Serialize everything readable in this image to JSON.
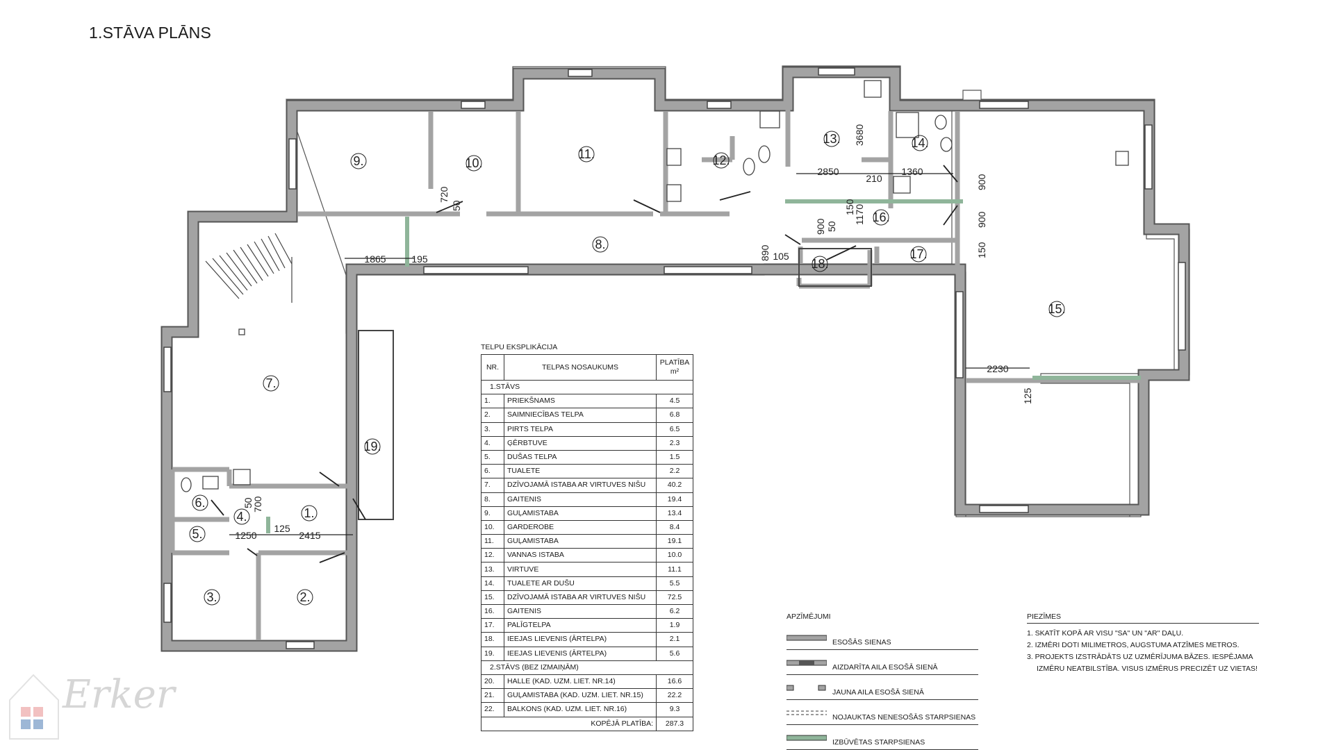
{
  "title": "1.STĀVA PLĀNS",
  "rooms": [
    {
      "label": "1."
    },
    {
      "label": "2."
    },
    {
      "label": "3."
    },
    {
      "label": "4."
    },
    {
      "label": "5."
    },
    {
      "label": "6."
    },
    {
      "label": "7."
    },
    {
      "label": "8."
    },
    {
      "label": "9."
    },
    {
      "label": "10."
    },
    {
      "label": "11."
    },
    {
      "label": "12."
    },
    {
      "label": "13."
    },
    {
      "label": "14."
    },
    {
      "label": "15."
    },
    {
      "label": "16."
    },
    {
      "label": "17."
    },
    {
      "label": "18."
    },
    {
      "label": "19."
    }
  ],
  "dimensions": [
    "1865",
    "195",
    "720",
    "50",
    "2850",
    "3680",
    "210",
    "1360",
    "900",
    "900",
    "150",
    "1170",
    "900",
    "50",
    "150",
    "890",
    "105",
    "2230",
    "125",
    "50",
    "700",
    "125",
    "1250",
    "2415"
  ],
  "explication": {
    "caption": "TELPU EKSPLIKĀCIJA",
    "headers": {
      "nr": "NR.",
      "name": "TELPAS NOSAUKUMS",
      "area": "PLATĪBA",
      "unit": "m²"
    },
    "section1": "1.STĀVS",
    "rows1": [
      {
        "nr": "1.",
        "name": "PRIEKŠNAMS",
        "area": "4.5"
      },
      {
        "nr": "2.",
        "name": "SAIMNIECĪBAS TELPA",
        "area": "6.8"
      },
      {
        "nr": "3.",
        "name": "PIRTS TELPA",
        "area": "6.5"
      },
      {
        "nr": "4.",
        "name": "ĢĒRBTUVE",
        "area": "2.3"
      },
      {
        "nr": "5.",
        "name": "DUŠAS TELPA",
        "area": "1.5"
      },
      {
        "nr": "6.",
        "name": "TUALETE",
        "area": "2.2"
      },
      {
        "nr": "7.",
        "name": "DZĪVOJAMĀ ISTABA AR VIRTUVES NIŠU",
        "area": "40.2"
      },
      {
        "nr": "8.",
        "name": "GAITENIS",
        "area": "19.4"
      },
      {
        "nr": "9.",
        "name": "GUĻAMISTABA",
        "area": "13.4"
      },
      {
        "nr": "10.",
        "name": "GARDEROBE",
        "area": "8.4"
      },
      {
        "nr": "11.",
        "name": "GUĻAMISTABA",
        "area": "19.1"
      },
      {
        "nr": "12.",
        "name": "VANNAS ISTABA",
        "area": "10.0"
      },
      {
        "nr": "13.",
        "name": "VIRTUVE",
        "area": "11.1"
      },
      {
        "nr": "14.",
        "name": "TUALETE AR DUŠU",
        "area": "5.5"
      },
      {
        "nr": "15.",
        "name": "DZĪVOJAMĀ ISTABA AR VIRTUVES NIŠU",
        "area": "72.5"
      },
      {
        "nr": "16.",
        "name": "GAITENIS",
        "area": "6.2"
      },
      {
        "nr": "17.",
        "name": "PALĪGTELPA",
        "area": "1.9"
      },
      {
        "nr": "18.",
        "name": "IEEJAS LIEVENIS (ĀRTELPA)",
        "area": "2.1"
      },
      {
        "nr": "19.",
        "name": "IEEJAS LIEVENIS (ĀRTELPA)",
        "area": "5.6"
      }
    ],
    "section2": "2.STĀVS (BEZ IZMAIŅĀM)",
    "rows2": [
      {
        "nr": "20.",
        "name": "HALLE (KAD. UZM. LIET. NR.14)",
        "area": "16.6"
      },
      {
        "nr": "21.",
        "name": "GUĻAMISTABA (KAD. UZM. LIET. NR.15)",
        "area": "22.2"
      },
      {
        "nr": "22.",
        "name": "BALKONS (KAD. UZM. LIET. NR.16)",
        "area": "9.3"
      }
    ],
    "total_label": "KOPĒJĀ PLATĪBA:",
    "total_value": "287.3"
  },
  "legend": {
    "title": "APZĪMĒJUMI",
    "items": [
      "ESOŠĀS SIENAS",
      "AIZDARĪTA AILA ESOŠĀ SIENĀ",
      "JAUNA AILA ESOŠĀ SIENĀ",
      "NOJAUKTAS NENESOŠĀS STARPSIENAS",
      "IZBŪVĒTAS STARPSIENAS"
    ]
  },
  "notes": {
    "title": "PIEZĪMES",
    "items": [
      "1. SKATĪT KOPĀ AR VISU \"SA\" UN \"AR\" DAĻU.",
      "2. IZMĒRI DOTI MILIMETROS, AUGSTUMA ATZĪMES METROS.",
      "3. PROJEKTS IZSTRĀDĀTS UZ UZMĒRĪJUMA BĀZES. IESPĒJAMA",
      "IZMĒRU NEATBILSTĪBA. VISUS IZMĒRUS PRECIZĒT UZ VIETAS!"
    ]
  },
  "watermark": "Erker",
  "colors": {
    "existing_wall": "#a3a3a3",
    "new_wall": "#8fb59a",
    "closed_opening": "#555555"
  }
}
